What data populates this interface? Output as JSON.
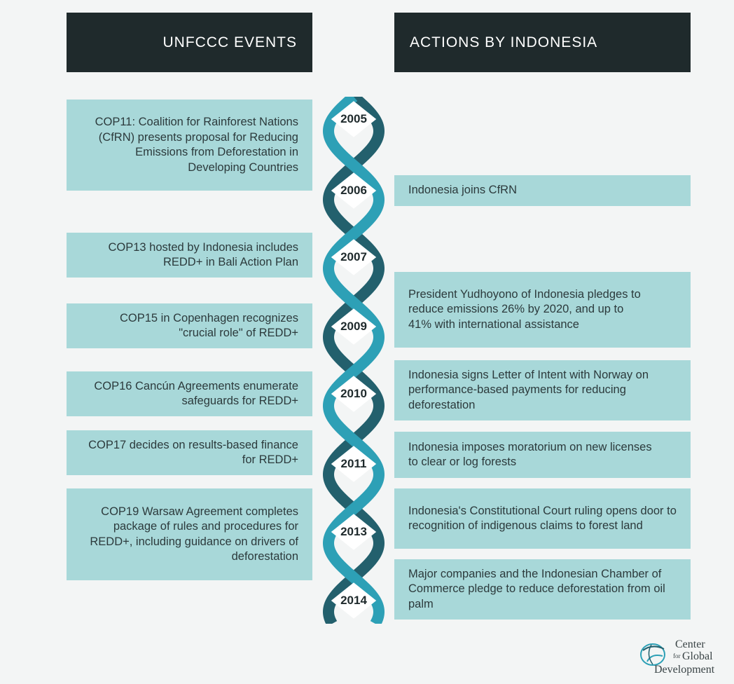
{
  "headers": {
    "left": "UNFCCC EVENTS",
    "right": "ACTIONS BY INDONESIA"
  },
  "years": [
    "2005",
    "2006",
    "2007",
    "2009",
    "2010",
    "2011",
    "2013",
    "2014"
  ],
  "unfccc_events": [
    "COP11:  Coalition for Rainforest Nations (CfRN) presents proposal for Reducing Emissions from Deforestation in Developing Countries",
    "COP13 hosted by Indonesia includes REDD+ in Bali Action Plan",
    "COP15 in Copenhagen recognizes \"crucial role\" of REDD+",
    "COP16 Cancún Agreements enumerate safeguards for REDD+",
    "COP17 decides on results-based finance for REDD+",
    "COP19 Warsaw Agreement completes package of rules and procedures for REDD+, including guidance on drivers of deforestation"
  ],
  "indonesia_actions": [
    "Indonesia joins CfRN",
    "President Yudhoyono of Indonesia pledges to reduce emissions 26% by 2020, and up to 41% with international assistance",
    "Indonesia signs Letter of Intent with Norway on performance-based payments for reducing deforestation",
    "Indonesia imposes moratorium on new licenses to clear or log forests",
    "Indonesia's Constitutional Court ruling opens door to recognition of indigenous claims to forest land",
    "Major companies and the Indonesian Chamber of Commerce pledge to reduce deforestation from oil palm"
  ],
  "logo": {
    "line1": "Center",
    "ampersand": "for",
    "line2": "Global",
    "line3": "Development"
  },
  "colors": {
    "header_bg": "#1f2a2c",
    "box_bg": "#a8d8d9",
    "helix_dark": "#23606d",
    "helix_light": "#2da0b6"
  }
}
